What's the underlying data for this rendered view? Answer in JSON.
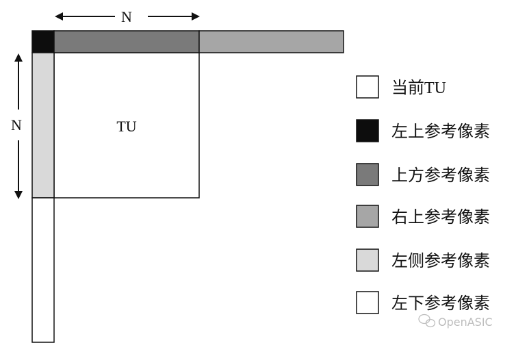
{
  "diagram": {
    "tu_label": "TU",
    "top_dimension_label": "N",
    "left_dimension_label": "N"
  },
  "legend": [
    {
      "id": "current-tu",
      "label": "当前TU",
      "color": "#ffffff"
    },
    {
      "id": "top-left-ref",
      "label": "左上参考像素",
      "color": "#0d0d0d"
    },
    {
      "id": "top-ref",
      "label": "上方参考像素",
      "color": "#7a7a7a"
    },
    {
      "id": "top-right-ref",
      "label": "右上参考像素",
      "color": "#a6a6a6"
    },
    {
      "id": "left-ref",
      "label": "左侧参考像素",
      "color": "#d9d9d9"
    },
    {
      "id": "bottom-left-ref",
      "label": "左下参考像素",
      "color": "#ffffff"
    }
  ],
  "watermark": {
    "text": "OpenASIC"
  }
}
